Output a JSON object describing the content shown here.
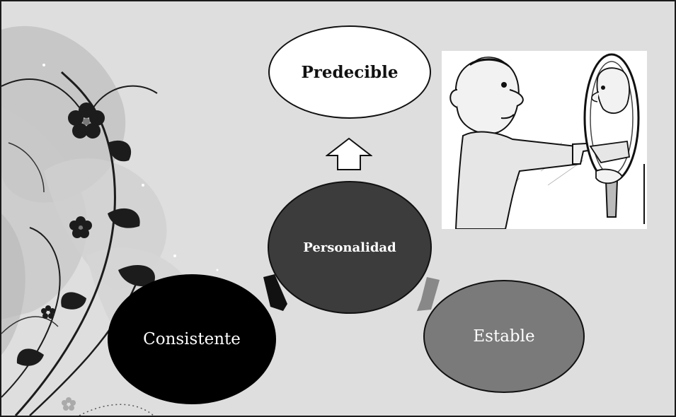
{
  "diagram": {
    "top_node": "Predecible",
    "center_node": "Personalidad",
    "left_node": "Consistente",
    "right_node": "Estable"
  },
  "illustration": {
    "icon": "man-pointing-at-mirror-sketch"
  },
  "decoration": {
    "icon": "floral-swirl-background"
  }
}
